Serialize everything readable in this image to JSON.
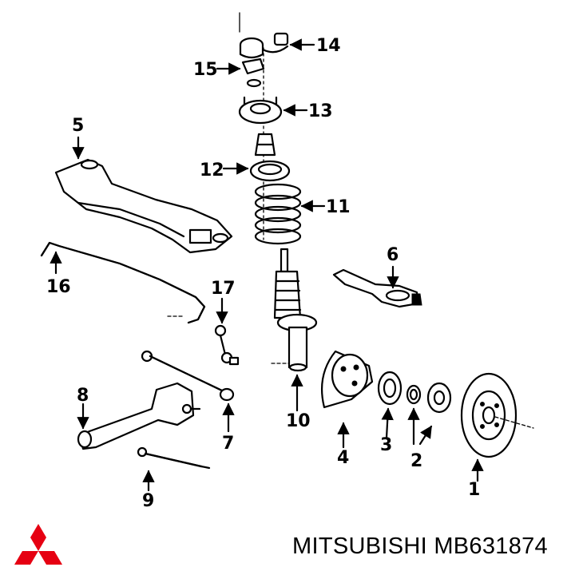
{
  "callouts": {
    "c1": "1",
    "c2": "2",
    "c3": "3",
    "c4": "4",
    "c5": "5",
    "c6": "6",
    "c7": "7",
    "c8": "8",
    "c9": "9",
    "c10": "10",
    "c11": "11",
    "c12": "12",
    "c13": "13",
    "c14": "14",
    "c15": "15",
    "c16": "16",
    "c17": "17"
  },
  "footer": {
    "brand_text": "MITSUBISHI MB631874"
  },
  "colors": {
    "logo": "#e60012",
    "ink": "#000000"
  }
}
